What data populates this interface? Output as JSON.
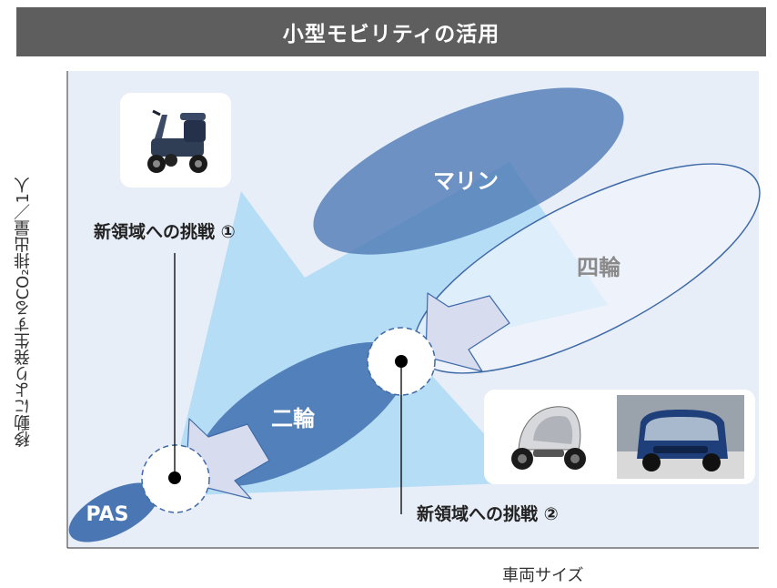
{
  "title": "小型モビリティの活用",
  "axes": {
    "ylabel": "移動により発生するCO₂排出量／1人",
    "xlabel": "車両サイズ"
  },
  "categories": {
    "marine": "マリン",
    "four_wheel": "四輪",
    "two_wheel": "二輪",
    "pas": "PAS"
  },
  "challenges": {
    "first": "新領域への挑戦 ①",
    "second": "新領域への挑戦 ②"
  },
  "colors": {
    "title_bg": "#5e5e5e",
    "plot_bg": "#e8eef8",
    "dark_blue": "#4a77b4",
    "light_blue_arrow": "#b9def6",
    "pale_arrow": "#d8dcef"
  },
  "icons": {
    "photo_1": "four-wheel-mobility-scooter-icon",
    "photo_2a": "three-wheel-concept-vehicle-icon",
    "photo_2b": "compact-electric-car-icon"
  }
}
